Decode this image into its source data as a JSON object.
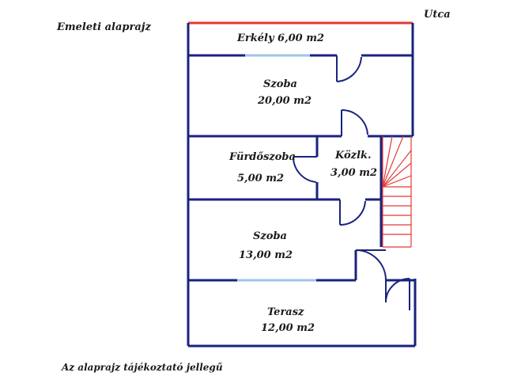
{
  "header": {
    "title": "Emeleti alaprajz",
    "street": "Utca"
  },
  "rooms": {
    "balcony": {
      "name": "Erkély 6,00 m2"
    },
    "room1": {
      "name": "Szoba",
      "area": "20,00 m2"
    },
    "bathroom": {
      "name": "Fürdőszoba",
      "area": "5,00 m2"
    },
    "hallway": {
      "name": "Közlk.",
      "area": "3,00 m2"
    },
    "room2": {
      "name": "Szoba",
      "area": "13,00 m2"
    },
    "terrace": {
      "name": "Terasz",
      "area": "12,00 m2"
    }
  },
  "footer": {
    "note": "Az alaprajz tájékoztató jellegű"
  },
  "colors": {
    "wall": "#1a237e",
    "accent": "#e53935",
    "window": "#9fc5e8"
  }
}
